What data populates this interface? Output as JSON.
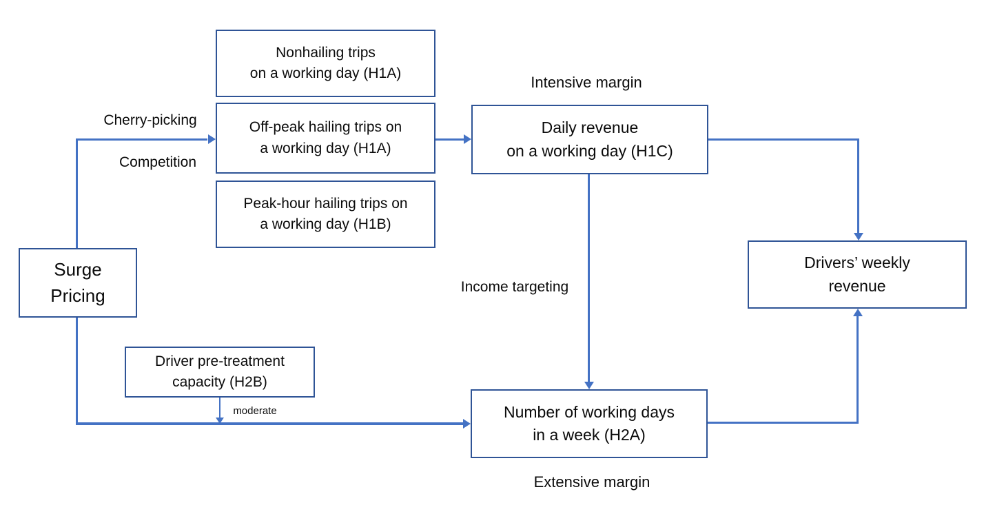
{
  "diagram": {
    "description": "Conceptual framework linking surge pricing to drivers' weekly revenue via intensive and extensive margins",
    "colors": {
      "box_border": "#2F5496",
      "arrow": "#4472C4",
      "text": "#0b0b0b",
      "background": "#ffffff"
    },
    "nodes": {
      "surge": {
        "label": "Surge\nPricing"
      },
      "nonhailing": {
        "label": "Nonhailing trips\non a working day (H1A)"
      },
      "offpeak": {
        "label": "Off-peak hailing trips on\na working day (H1A)"
      },
      "peakhour": {
        "label": "Peak-hour hailing trips on\na working day (H1B)"
      },
      "daily": {
        "label": "Daily revenue\non a working day (H1C)"
      },
      "weekly": {
        "label": "Drivers’ weekly\nrevenue"
      },
      "capacity": {
        "label": "Driver pre-treatment\ncapacity (H2B)"
      },
      "workdays": {
        "label": "Number of working days\nin a week (H2A)"
      }
    },
    "labels": {
      "intensive_margin": "Intensive margin",
      "extensive_margin": "Extensive margin",
      "cherry_picking": "Cherry-picking",
      "competition": "Competition",
      "income_targeting": "Income targeting",
      "moderate": "moderate"
    }
  }
}
